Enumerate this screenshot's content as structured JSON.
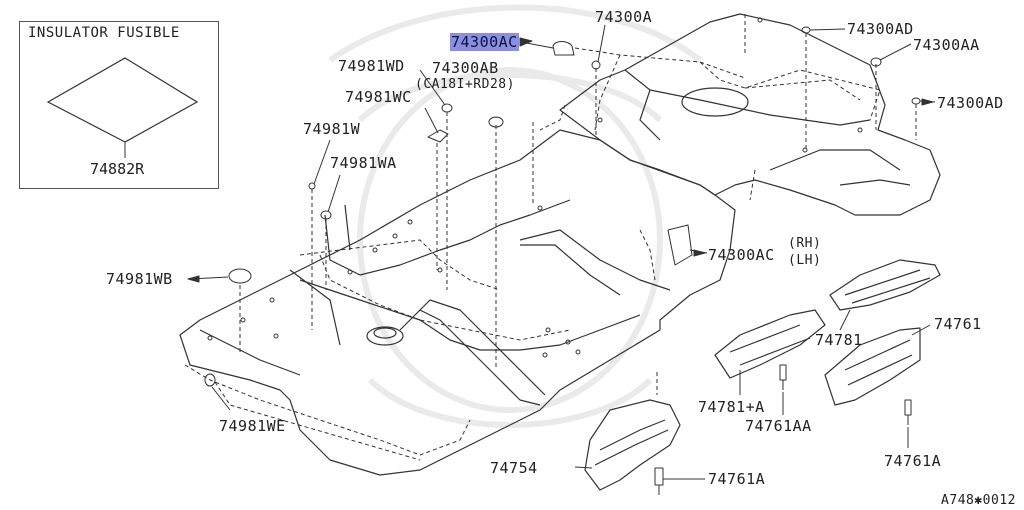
{
  "inset": {
    "title": "INSULATOR FUSIBLE",
    "part": "74882R"
  },
  "labels": {
    "p74300AC_top": "74300AC",
    "p74300A": "74300A",
    "p74300AD_1": "74300AD",
    "p74300AA": "74300AA",
    "p74300AD_2": "74300AD",
    "p74981WD": "74981WD",
    "p74300AB": "74300AB",
    "p74300AB_note": "(CA18I+RD28)",
    "p74981WC": "74981WC",
    "p74981W": "74981W",
    "p74981WA": "74981WA",
    "p74300AC_side": "74300AC",
    "rh": "(RH)",
    "lh": "(LH)",
    "p74981WB": "74981WB",
    "p74781": "74781",
    "p74761": "74761",
    "p74781A": "74781+A",
    "p74761AA": "74761AA",
    "p74981WE": "74981WE",
    "p74754": "74754",
    "p74761A_1": "74761A",
    "p74761A_2": "74761A"
  },
  "footer": {
    "code": "A748✱0012"
  },
  "colors": {
    "line": "#333333",
    "highlight": "#8a8fe0"
  }
}
